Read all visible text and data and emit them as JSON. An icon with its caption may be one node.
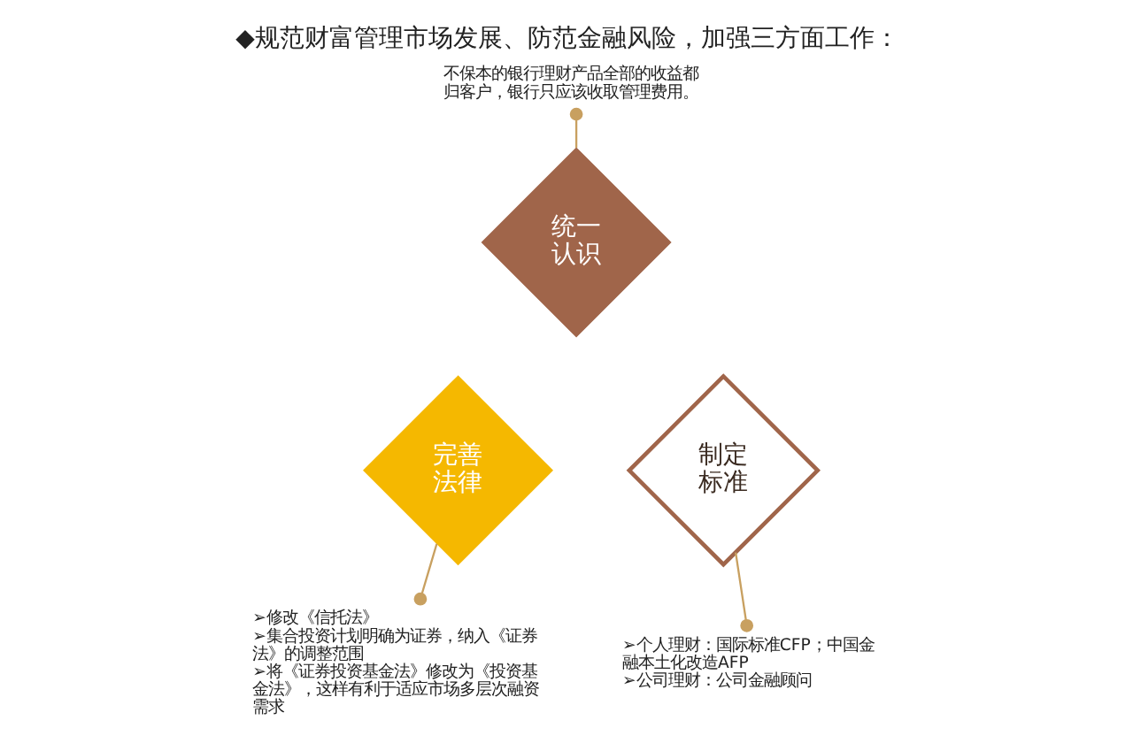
{
  "diagram": {
    "title": "◆规范财富管理市场发展、防范金融风险，加强三方面工作：",
    "nodes": [
      {
        "text": [
          "统一认识"
        ]
      },
      {
        "text": [
          "完善法律"
        ]
      },
      {
        "text": [
          "制定标准"
        ]
      },
      {
        "text": [
          "不保本的银行理财产品全部的收益都归客户，银行只应该收取管理费用。"
        ]
      },
      {
        "text": [
          "➢修改《信托法》",
          "➢集合投资计划明确为证券，纳入《证券法》的调整范围",
          "➢将《证券投资基金法》修改为《投资基金法》，这样有利于适应市场多层次融资需求"
        ]
      },
      {
        "text": [
          "➢个人理财：国际标准CFP；中国金融本土化改造AFP",
          "➢公司理财：公司金融顾问"
        ]
      }
    ],
    "edges": [
      {
        "from": 3,
        "to": 0,
        "arrow": "other"
      },
      {
        "from": 4,
        "to": 1,
        "arrow": "other"
      },
      {
        "from": 5,
        "to": 2,
        "arrow": "other"
      }
    ]
  }
}
